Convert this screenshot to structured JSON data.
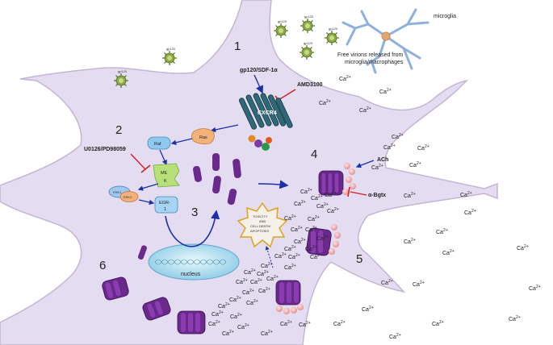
{
  "labels": {
    "microglia": "microglia",
    "free_virions_line1": "Free virions released from",
    "free_virions_line2": "microglia/macrophages",
    "gp120_sdf": "gp120/SDF-1α",
    "amd3100": "AMD3100",
    "cxcr4": "CXCR4",
    "inhibitor": "U0126/PD98059",
    "raf": "Raf",
    "ras": "Ras",
    "mek_line1": "ME",
    "mek_line2": "K",
    "erk1": "ERK1",
    "erk2": "ERK2",
    "egr_line1": "EGR-",
    "egr_line2": "1",
    "toxicity_line1": "TOXICITY",
    "toxicity_line2": "AND",
    "toxicity_line3": "CELL DEATH/",
    "toxicity_line4": "APOPTOSIS",
    "ach": "ACh",
    "a_bgtx": "α-Bgtx",
    "nucleus": "nucleus",
    "gp120_tag": "gp120",
    "ca": "Ca"
  },
  "steps": [
    "1",
    "2",
    "3",
    "4",
    "5",
    "6"
  ],
  "icons": [
    "virion-icon",
    "microglia-icon",
    "cxcr4-receptor-icon",
    "nachr-channel-icon",
    "alpha7-subunit-icon",
    "nucleus-icon",
    "toxicity-burst-icon"
  ],
  "colors": {
    "cytoplasm": "#e4dcf0",
    "membrane": "#c8bcd8",
    "receptor": "#2b5d6b",
    "channel": "#6a2a8c",
    "channel_dark": "#3a0e52",
    "ach_ball": "#f3c2c2",
    "activation_arrow": "#1b2fa8",
    "inhibition": "#d42020",
    "virion": "#7a9a3a",
    "microglia": "#a8c4e6",
    "nucleus": "#b8e0f0"
  }
}
